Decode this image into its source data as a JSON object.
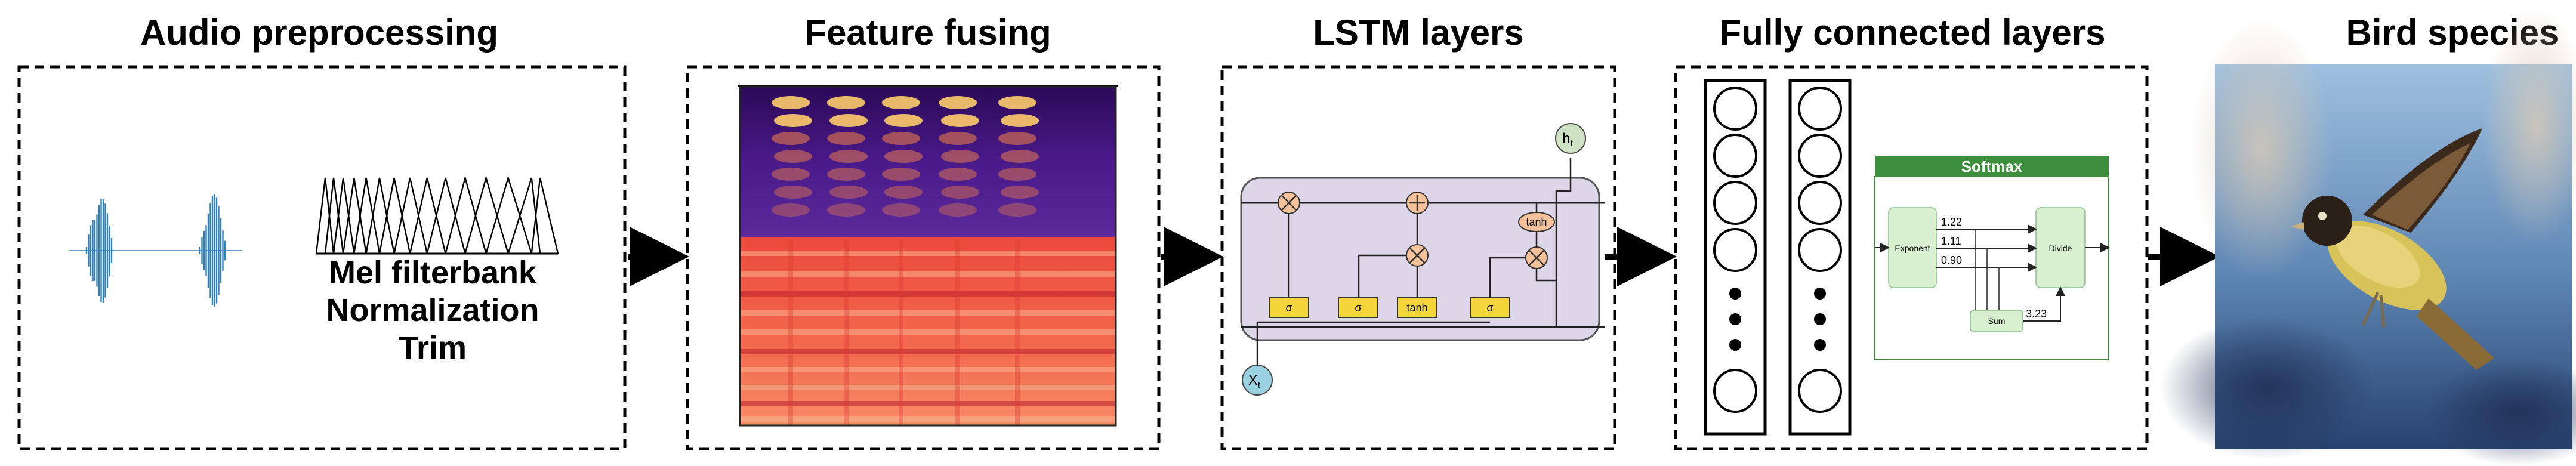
{
  "stages": [
    {
      "title": "Audio preprocessing"
    },
    {
      "title": "Feature fusing"
    },
    {
      "title": "LSTM layers"
    },
    {
      "title": "Fully connected layers"
    },
    {
      "title": "Bird species"
    }
  ],
  "audio": {
    "labels": [
      "Mel filterbank",
      "Normalization",
      "Trim"
    ]
  },
  "lstm": {
    "gates": [
      "σ",
      "σ",
      "tanh",
      "σ"
    ],
    "cell_tanh": "tanh",
    "output_label": "h",
    "output_sub": "t",
    "input_label": "X",
    "input_sub": "t"
  },
  "softmax": {
    "title": "Softmax",
    "exponent": "Exponent",
    "divide": "Divide",
    "sum": "Sum",
    "values": [
      "1.22",
      "1.11",
      "0.90"
    ],
    "sum_value": "3.23"
  },
  "colors": {
    "wave": "#2e7fc0",
    "lstm_bg": "#ddd5e8",
    "gate": "#f5d63a",
    "op_circle": "#f4c19a",
    "output_node": "#cfe3c4",
    "input_node": "#9ad1e0",
    "softmax_header": "#3d8f3d",
    "softmax_box": "#d8f0d0"
  }
}
